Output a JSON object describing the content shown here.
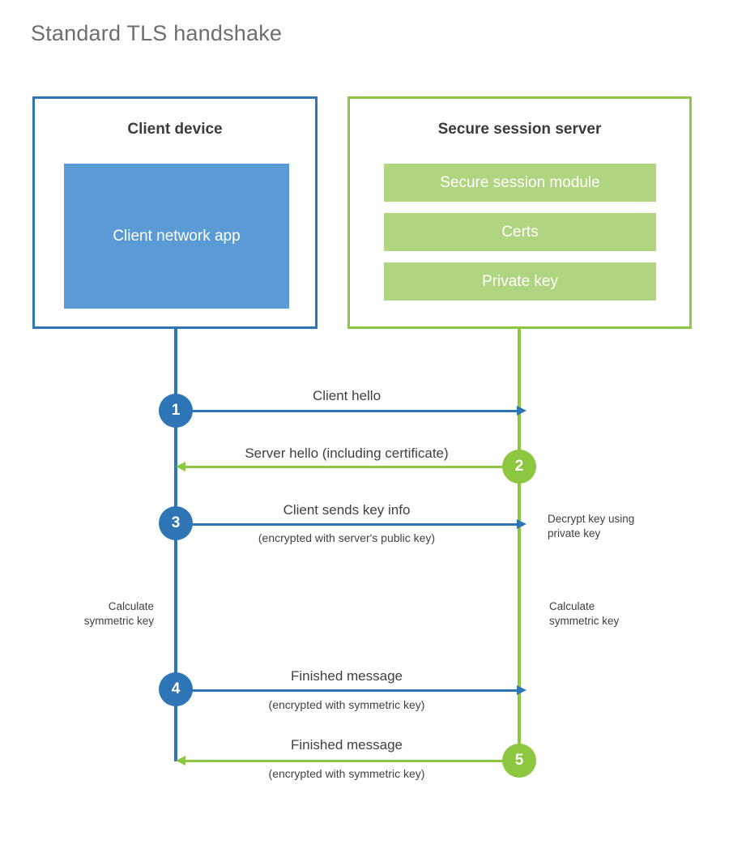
{
  "title": "Standard TLS handshake",
  "colors": {
    "client_accent": "#2E75B6",
    "client_fill": "#5B9BD5",
    "server_accent": "#8DC63F",
    "server_fill": "#AFD580",
    "text": "#404040",
    "title_text": "#6D6E70",
    "background": "#FFFFFF"
  },
  "client": {
    "title": "Client device",
    "app_label": "Client network app"
  },
  "server": {
    "title": "Secure session server",
    "components": [
      {
        "label": "Secure session module"
      },
      {
        "label": "Certs"
      },
      {
        "label": "Private key"
      }
    ]
  },
  "steps": [
    {
      "number": "1",
      "label": "Client hello",
      "sublabel": "",
      "direction": "client-to-server",
      "color": "client_accent"
    },
    {
      "number": "2",
      "label": "Server hello (including certificate)",
      "sublabel": "",
      "direction": "server-to-client",
      "color": "server_accent"
    },
    {
      "number": "3",
      "label": "Client sends key info",
      "sublabel": "(encrypted with server's public key)",
      "direction": "client-to-server",
      "color": "client_accent"
    },
    {
      "number": "4",
      "label": "Finished message",
      "sublabel": "(encrypted with symmetric key)",
      "direction": "client-to-server",
      "color": "client_accent"
    },
    {
      "number": "5",
      "label": "Finished message",
      "sublabel": "(encrypted with symmetric key)",
      "direction": "server-to-client",
      "color": "server_accent"
    }
  ],
  "notes": {
    "server_decrypt_line1": "Decrypt key using",
    "server_decrypt_line2": "private key",
    "client_calc_line1": "Calculate",
    "client_calc_line2": "symmetric key",
    "server_calc_line1": "Calculate",
    "server_calc_line2": "symmetric key"
  }
}
